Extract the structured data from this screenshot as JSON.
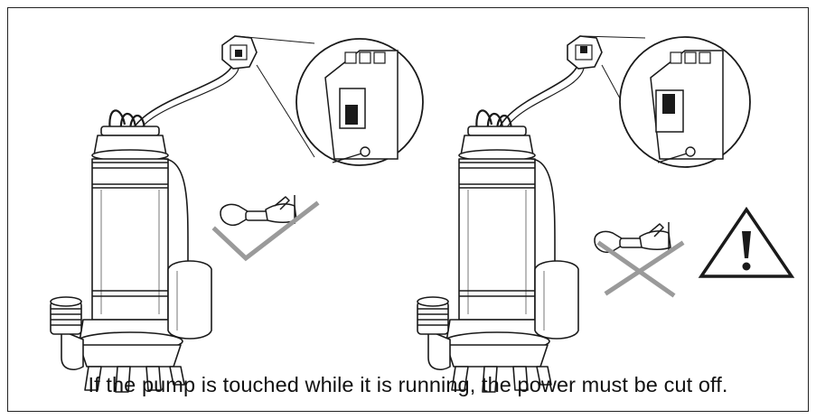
{
  "caption": "If the pump is touched while it is running, the power must be cut off.",
  "panels": [
    {
      "id": "left",
      "switch_state": "off",
      "mark": "check",
      "mark_color": "#9a9a9a"
    },
    {
      "id": "right",
      "switch_state": "on",
      "mark": "cross",
      "mark_color": "#9a9a9a"
    }
  ],
  "warning": {
    "icon": "warning-triangle-icon",
    "glyph": "!"
  },
  "colors": {
    "line": "#1a1a1a",
    "mark": "#9a9a9a",
    "background": "#ffffff"
  }
}
